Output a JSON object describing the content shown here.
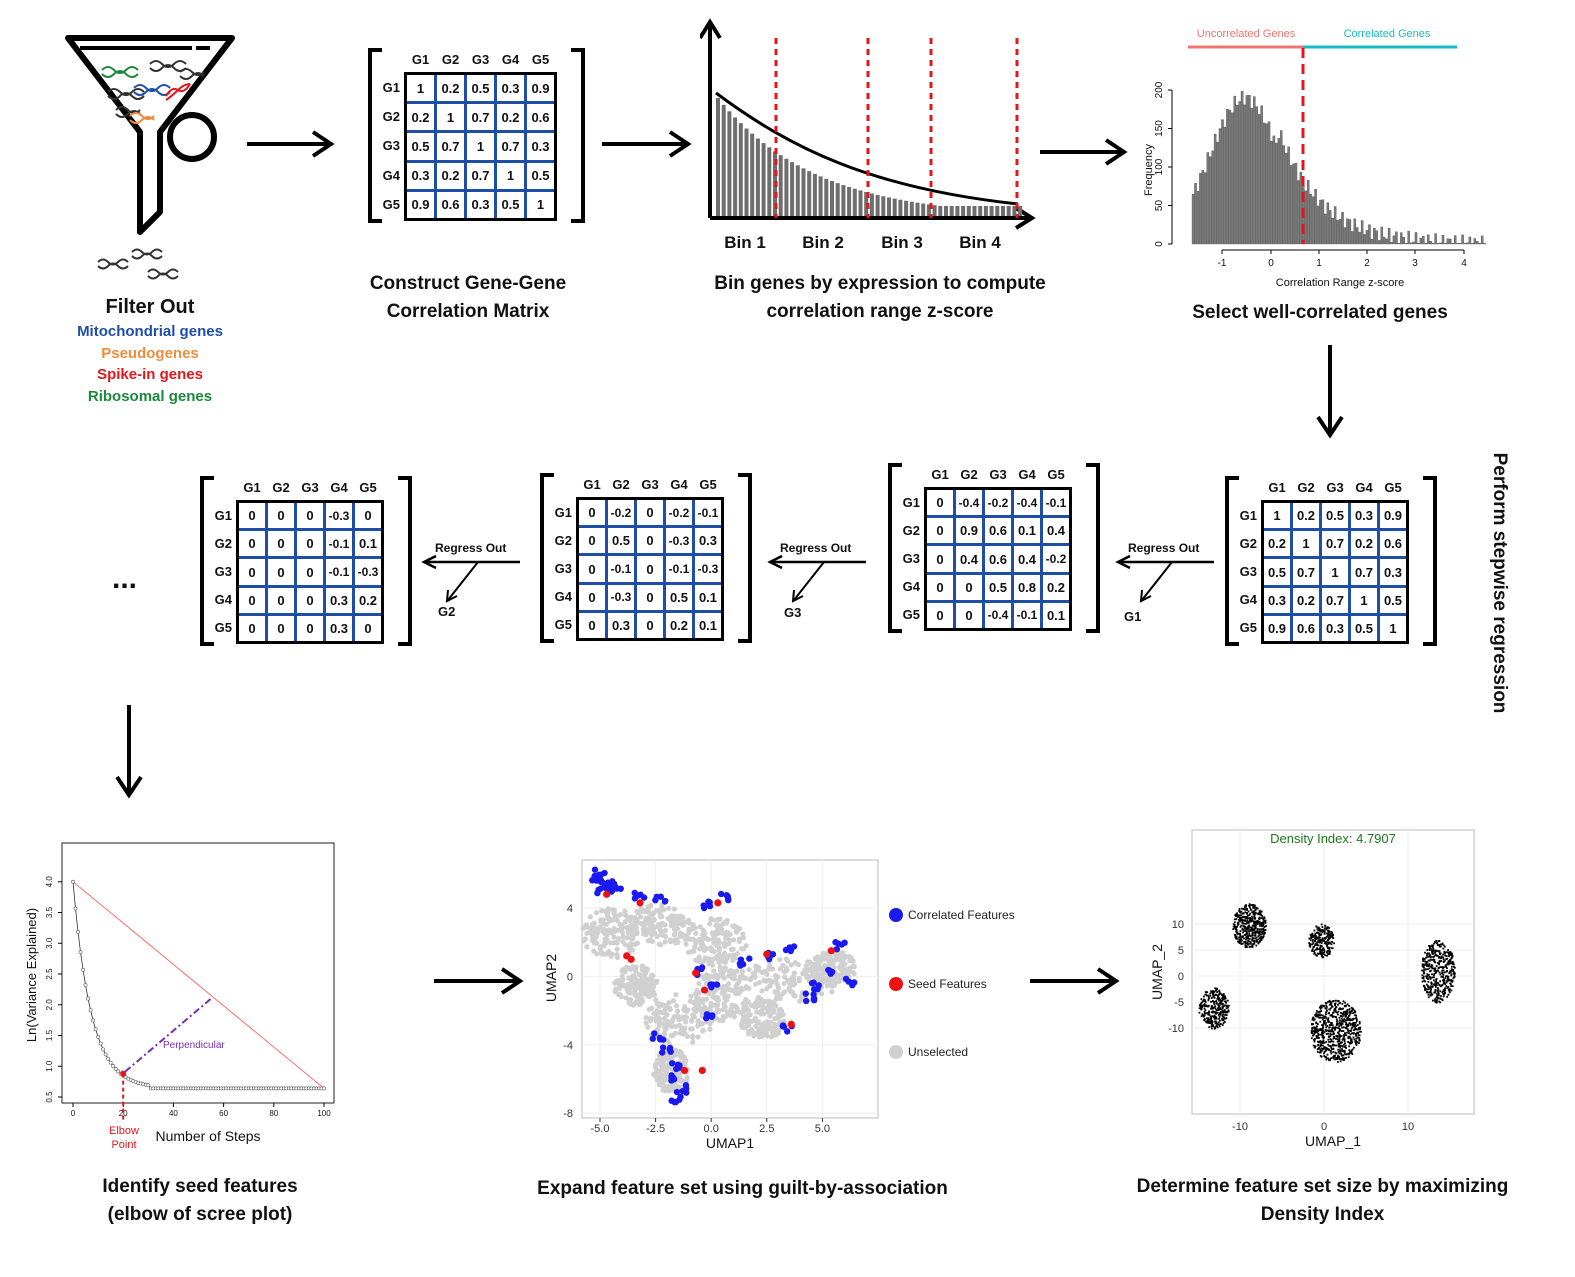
{
  "filter": {
    "title": "Filter Out",
    "items": [
      {
        "label": "Mitochondrial genes",
        "color": "#1f4ea8"
      },
      {
        "label": "Pseudogenes",
        "color": "#f28b3c"
      },
      {
        "label": "Spike-in genes",
        "color": "#e3161b"
      },
      {
        "label": "Ribosomal genes",
        "color": "#1b8a3a"
      }
    ]
  },
  "captions": {
    "step1": "Construct Gene-Gene\nCorrelation Matrix",
    "step2": "Bin genes by expression to compute\ncorrelation range z-score",
    "step3": "Select well-correlated genes",
    "step5": "Identify seed features\n(elbow of scree plot)",
    "step6": "Expand feature set using guilt-by-association",
    "step7": "Determine feature set size by maximizing\nDensity Index",
    "stepwise": "Perform stepwise regression"
  },
  "genes": [
    "G1",
    "G2",
    "G3",
    "G4",
    "G5"
  ],
  "matrices": {
    "initial": [
      [
        "1",
        "0.2",
        "0.5",
        "0.3",
        "0.9"
      ],
      [
        "0.2",
        "1",
        "0.7",
        "0.2",
        "0.6"
      ],
      [
        "0.5",
        "0.7",
        "1",
        "0.7",
        "0.3"
      ],
      [
        "0.3",
        "0.2",
        "0.7",
        "1",
        "0.5"
      ],
      [
        "0.9",
        "0.6",
        "0.3",
        "0.5",
        "1"
      ]
    ],
    "afterG1": [
      [
        "0",
        "-0.4",
        "-0.2",
        "-0.4",
        "-0.1"
      ],
      [
        "0",
        "0.9",
        "0.6",
        "0.1",
        "0.4"
      ],
      [
        "0",
        "0.4",
        "0.6",
        "0.4",
        "-0.2"
      ],
      [
        "0",
        "0",
        "0.5",
        "0.8",
        "0.2"
      ],
      [
        "0",
        "0",
        "-0.4",
        "-0.1",
        "0.1"
      ]
    ],
    "afterG3": [
      [
        "0",
        "-0.2",
        "0",
        "-0.2",
        "-0.1"
      ],
      [
        "0",
        "0.5",
        "0",
        "-0.3",
        "0.3"
      ],
      [
        "0",
        "-0.1",
        "0",
        "-0.1",
        "-0.3"
      ],
      [
        "0",
        "-0.3",
        "0",
        "0.5",
        "0.1"
      ],
      [
        "0",
        "0.3",
        "0",
        "0.2",
        "0.1"
      ]
    ],
    "afterG2": [
      [
        "0",
        "0",
        "0",
        "-0.3",
        "0"
      ],
      [
        "0",
        "0",
        "0",
        "-0.1",
        "0.1"
      ],
      [
        "0",
        "0",
        "0",
        "-0.1",
        "-0.3"
      ],
      [
        "0",
        "0",
        "0",
        "0.3",
        "0.2"
      ],
      [
        "0",
        "0",
        "0",
        "0.3",
        "0"
      ]
    ]
  },
  "regress": {
    "label": "Regress Out",
    "g1": "G1",
    "g3": "G3",
    "g2": "G2",
    "ellipsis": "..."
  },
  "bins": {
    "labels": [
      "Bin 1",
      "Bin 2",
      "Bin 3",
      "Bin 4"
    ],
    "line_color": "#e3161b"
  },
  "histogram": {
    "uncorrelated_label": "Uncorrelated Genes",
    "correlated_label": "Correlated Genes",
    "uncorrelated_color": "#f07470",
    "correlated_color": "#16bcc4",
    "threshold_color": "#e3161b",
    "ylabel": "Frequency",
    "xlabel": "Correlation Range z-score",
    "xticks": [
      "-1",
      "0",
      "1",
      "2",
      "3",
      "4"
    ],
    "yticks": [
      "0",
      "50",
      "100",
      "150",
      "200"
    ]
  },
  "scree": {
    "ylabel": "Ln(Variance Explained)",
    "xlabel": "Number of Steps",
    "elbow_label": "Elbow\nPoint",
    "perp_label": "Perpendicular",
    "xticks": [
      "0",
      "20",
      "40",
      "60",
      "80",
      "100"
    ],
    "yticks": [
      "0.5",
      "1.0",
      "1.5",
      "2.0",
      "2.5",
      "3.0",
      "3.5",
      "4.0"
    ],
    "line_color": "#f07470",
    "perp_color": "#7a2fb0",
    "elbow_color": "#e3161b"
  },
  "umap1": {
    "xlabel": "UMAP1",
    "ylabel": "UMAP2",
    "xticks": [
      "-5.0",
      "-2.5",
      "0.0",
      "2.5",
      "5.0"
    ],
    "yticks": [
      "4",
      "0",
      "-4",
      "-8"
    ],
    "legend": [
      {
        "label": "Correlated Features",
        "color": "#1a1af0"
      },
      {
        "label": "Seed Features",
        "color": "#ee1111"
      },
      {
        "label": "Unselected",
        "color": "#d0d0d0"
      }
    ]
  },
  "umap2": {
    "xlabel": "UMAP_1",
    "ylabel": "UMAP_2",
    "density_label": "Density Index:  4.7907",
    "density_color": "#1b7a1b",
    "xticks": [
      "-10",
      "0",
      "10"
    ],
    "yticks": [
      "10",
      "5",
      "0",
      "-5",
      "-10"
    ]
  }
}
